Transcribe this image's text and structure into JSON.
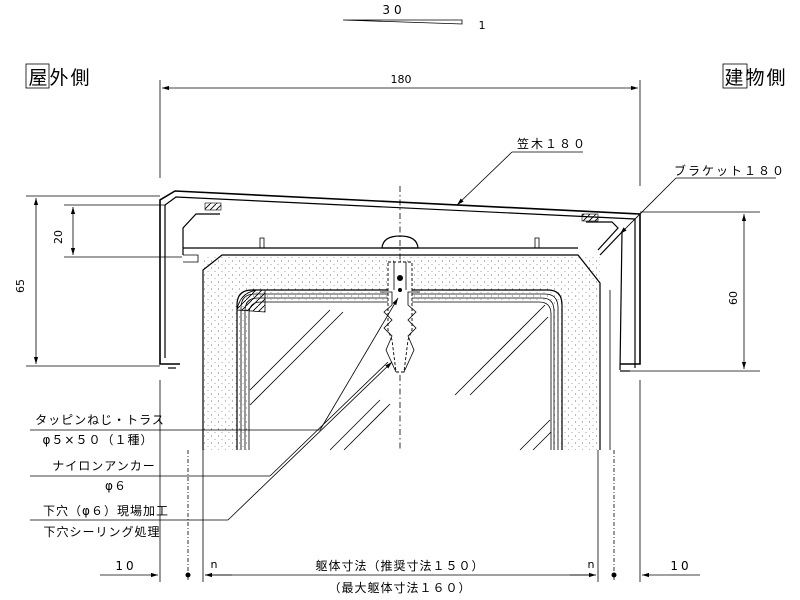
{
  "scale": {
    "top": "30",
    "bottom": "1"
  },
  "side_labels": {
    "outdoor": "屋外側",
    "building": "建物側"
  },
  "dims": {
    "overall_width": "180",
    "left_height": "65",
    "left_inner": "20",
    "right_height": "60",
    "left_10": "10",
    "right_10": "10",
    "n_left": "n",
    "n_right": "n",
    "body_size": "躯体寸法（推奨寸法１５０）",
    "max_body_size": "（最大躯体寸法１６０）"
  },
  "callouts": {
    "kasagi": "笠木１８０",
    "bracket": "ブラケット１８０",
    "screw_line1": "タッピンねじ・トラス",
    "screw_line2": "φ５×５０（１種）",
    "anchor_line1": "ナイロンアンカー",
    "anchor_line2": "φ６",
    "hole_line1": "下穴（φ６）現場加工",
    "hole_line2": "下穴シーリング処理"
  }
}
